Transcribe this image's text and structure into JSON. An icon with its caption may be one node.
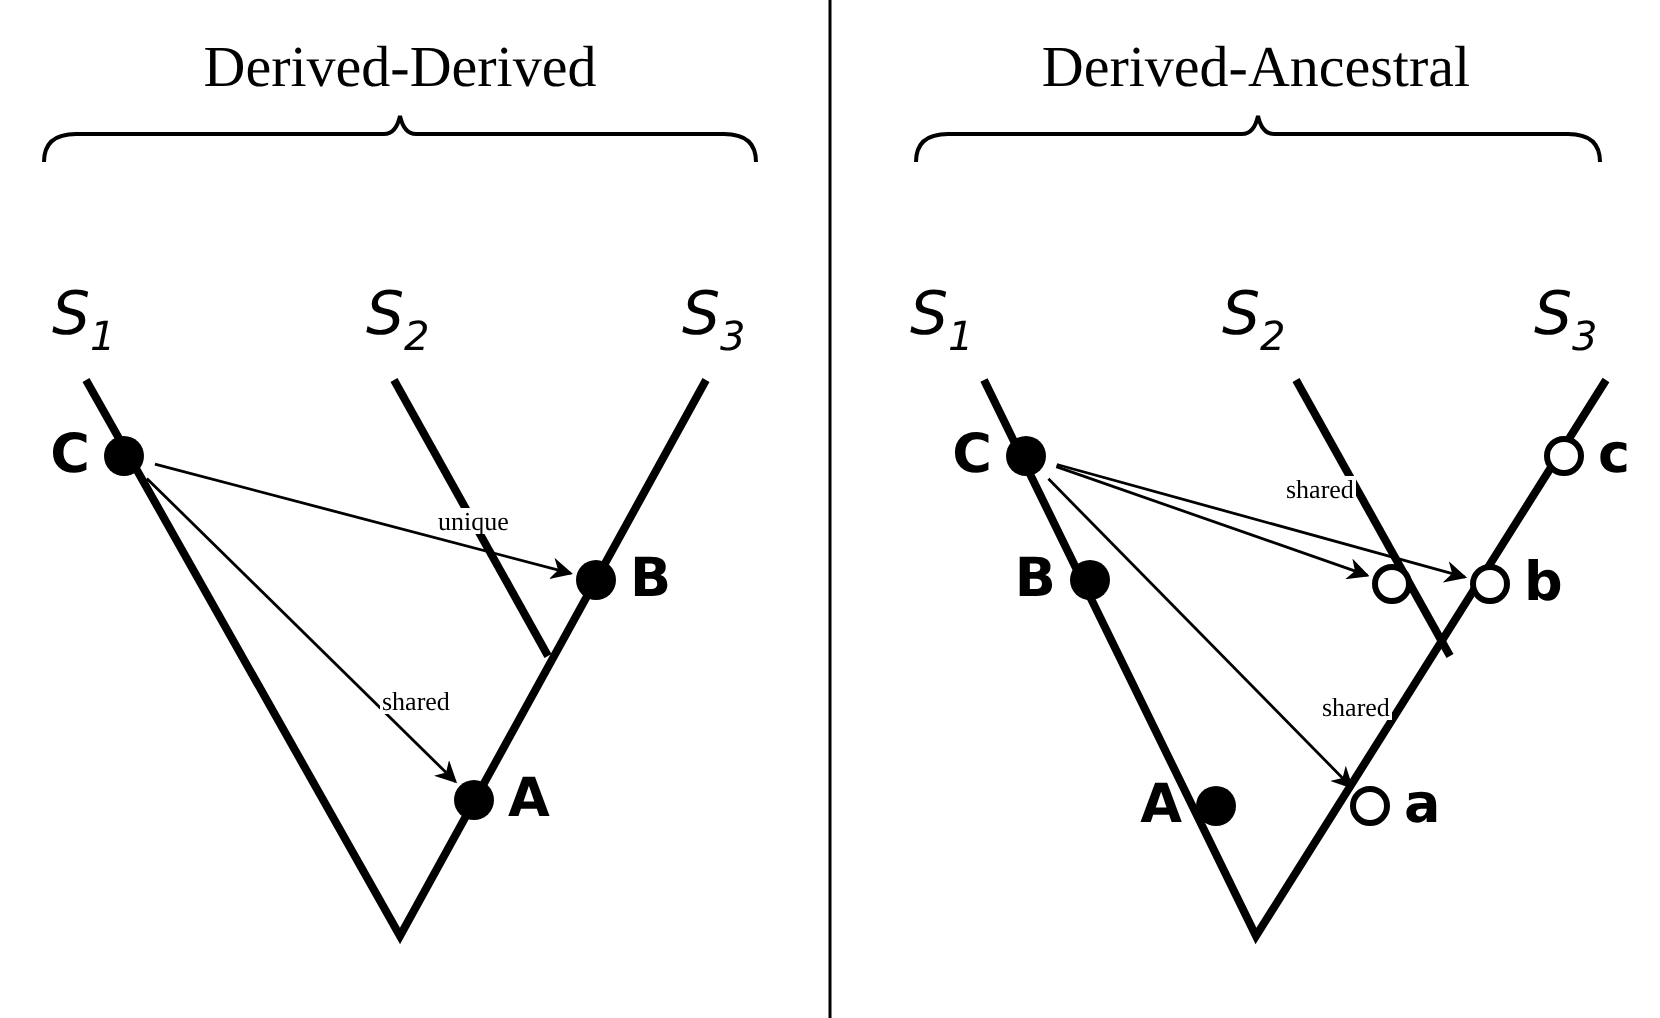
{
  "diagram": {
    "nodes": [
      {
        "text": [],
        "shape": "dot",
        "beside": [
          "C"
        ]
      },
      {
        "text": [],
        "shape": "dot",
        "beside": [
          "B"
        ]
      },
      {
        "text": [],
        "shape": "dot",
        "beside": [
          "A"
        ]
      },
      {
        "text": [],
        "shape": "dot",
        "beside": [
          "C"
        ]
      },
      {
        "text": [],
        "shape": "dot",
        "beside": [
          "B"
        ]
      },
      {
        "text": [],
        "shape": "dot",
        "beside": [
          "A"
        ]
      },
      {
        "text": [],
        "shape": "circle",
        "beside": [
          "c"
        ]
      },
      {
        "text": [],
        "shape": "circle"
      },
      {
        "text": [],
        "shape": "circle",
        "beside": [
          "b"
        ]
      },
      {
        "text": [],
        "shape": "circle",
        "beside": [
          "a"
        ]
      }
    ],
    "edges": [
      {
        "from": 0,
        "to": 1,
        "arrow": "to",
        "label": "unique"
      },
      {
        "from": 0,
        "to": 2,
        "arrow": "to",
        "label": "shared"
      },
      {
        "from": 3,
        "to": 7,
        "arrow": "to"
      },
      {
        "from": 3,
        "to": 8,
        "arrow": "to",
        "label": "shared"
      },
      {
        "from": 3,
        "to": 9,
        "arrow": "to",
        "label": "shared"
      }
    ],
    "labels": [
      "Derived-Derived",
      "Derived-Ancestral",
      "S$_{1}$",
      "S$_{2}$",
      "S$_{3}$",
      "S$_{1}$",
      "S$_{2}$",
      "S$_{3}$"
    ]
  }
}
